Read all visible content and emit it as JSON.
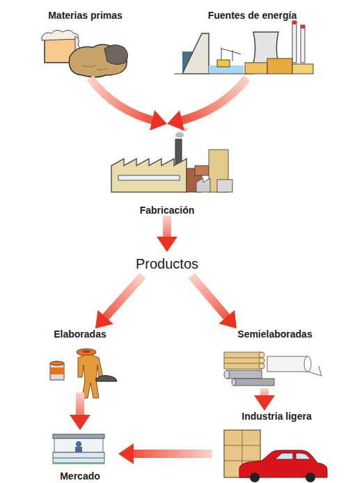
{
  "diagram": {
    "nodes": [
      {
        "text": [
          "Materias primas"
        ]
      },
      {
        "text": [
          "Fuentes de energía"
        ]
      },
      {
        "text": [
          "Fabricación"
        ]
      },
      {
        "text": [
          "Productos"
        ]
      },
      {
        "text": [
          "Elaboradas"
        ]
      },
      {
        "text": [
          "Semielaboradas"
        ]
      },
      {
        "text": [
          "Industria ligera"
        ]
      },
      {
        "text": [
          "Mercado"
        ]
      }
    ],
    "edges": [
      {
        "from": 0,
        "to": 2,
        "arrow": "to"
      },
      {
        "from": 1,
        "to": 2,
        "arrow": "to"
      },
      {
        "from": 2,
        "to": 3,
        "arrow": "to"
      },
      {
        "from": 3,
        "to": 4,
        "arrow": "to"
      },
      {
        "from": 3,
        "to": 5,
        "arrow": "to"
      },
      {
        "from": 4,
        "to": 7,
        "arrow": "to"
      },
      {
        "from": 5,
        "to": 6,
        "arrow": "to"
      },
      {
        "from": 6,
        "to": 7,
        "arrow": "to"
      }
    ]
  }
}
